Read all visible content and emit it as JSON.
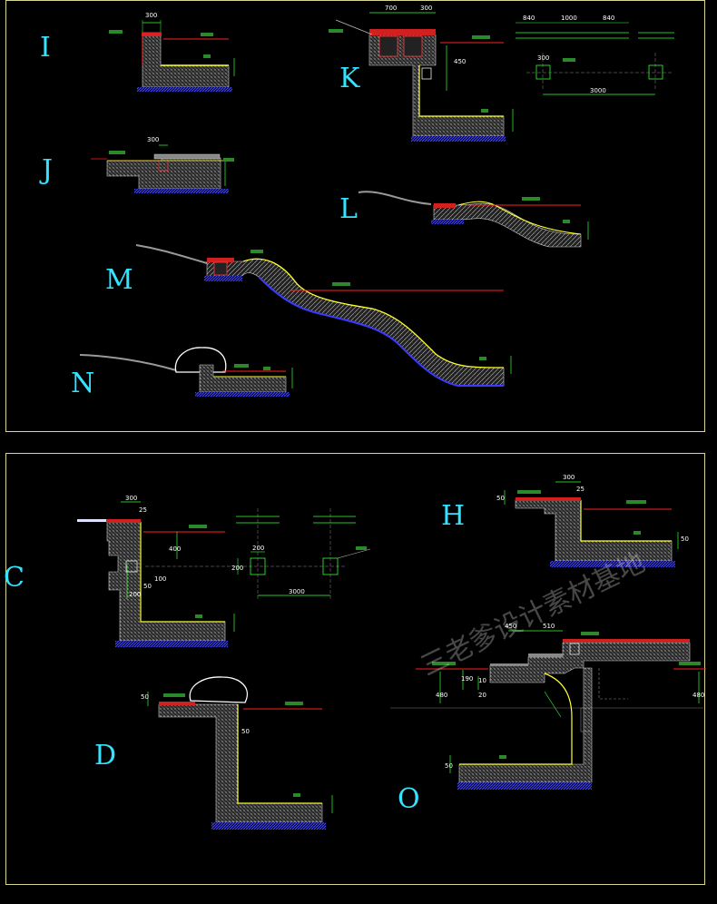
{
  "sections": {
    "I": "I",
    "J": "J",
    "K": "K",
    "L": "L",
    "M": "M",
    "N": "N",
    "C": "C",
    "D": "D",
    "H": "H",
    "O": "O"
  },
  "dims": {
    "i_top": "300",
    "k_w1": "700",
    "k_w2": "300",
    "k_plan1": "840",
    "k_plan2": "1000",
    "k_plan3": "840",
    "k_plan_span": "3000",
    "k_plan_box": "300",
    "k_side": "450",
    "j_top": "300",
    "c_top": "300",
    "c_small": "25",
    "c_200a": "200",
    "c_200b": "200",
    "c_200c": "200",
    "c_400": "400",
    "c_100": "100",
    "c_50": "50",
    "c_span": "3000",
    "h_top": "300",
    "h_small": "25",
    "h_50": "50",
    "h_50b": "50",
    "d_50": "50",
    "d_50b": "50",
    "o_450": "450",
    "o_510": "510",
    "o_190": "190",
    "o_20": "20",
    "o_10": "10",
    "o_480": "480",
    "o_480b": "480",
    "o_50": "50"
  },
  "watermark": "三老爹设计素材基地",
  "colors": {
    "background": "#000000",
    "frame": "#d8d890",
    "section_label": "#33e3ff",
    "dimension": "#33ff33",
    "water_line": "#ff2020",
    "hatch": "#c8c8c8",
    "base_blue": "#3a3aff",
    "membrane_yellow": "#ffff33"
  }
}
